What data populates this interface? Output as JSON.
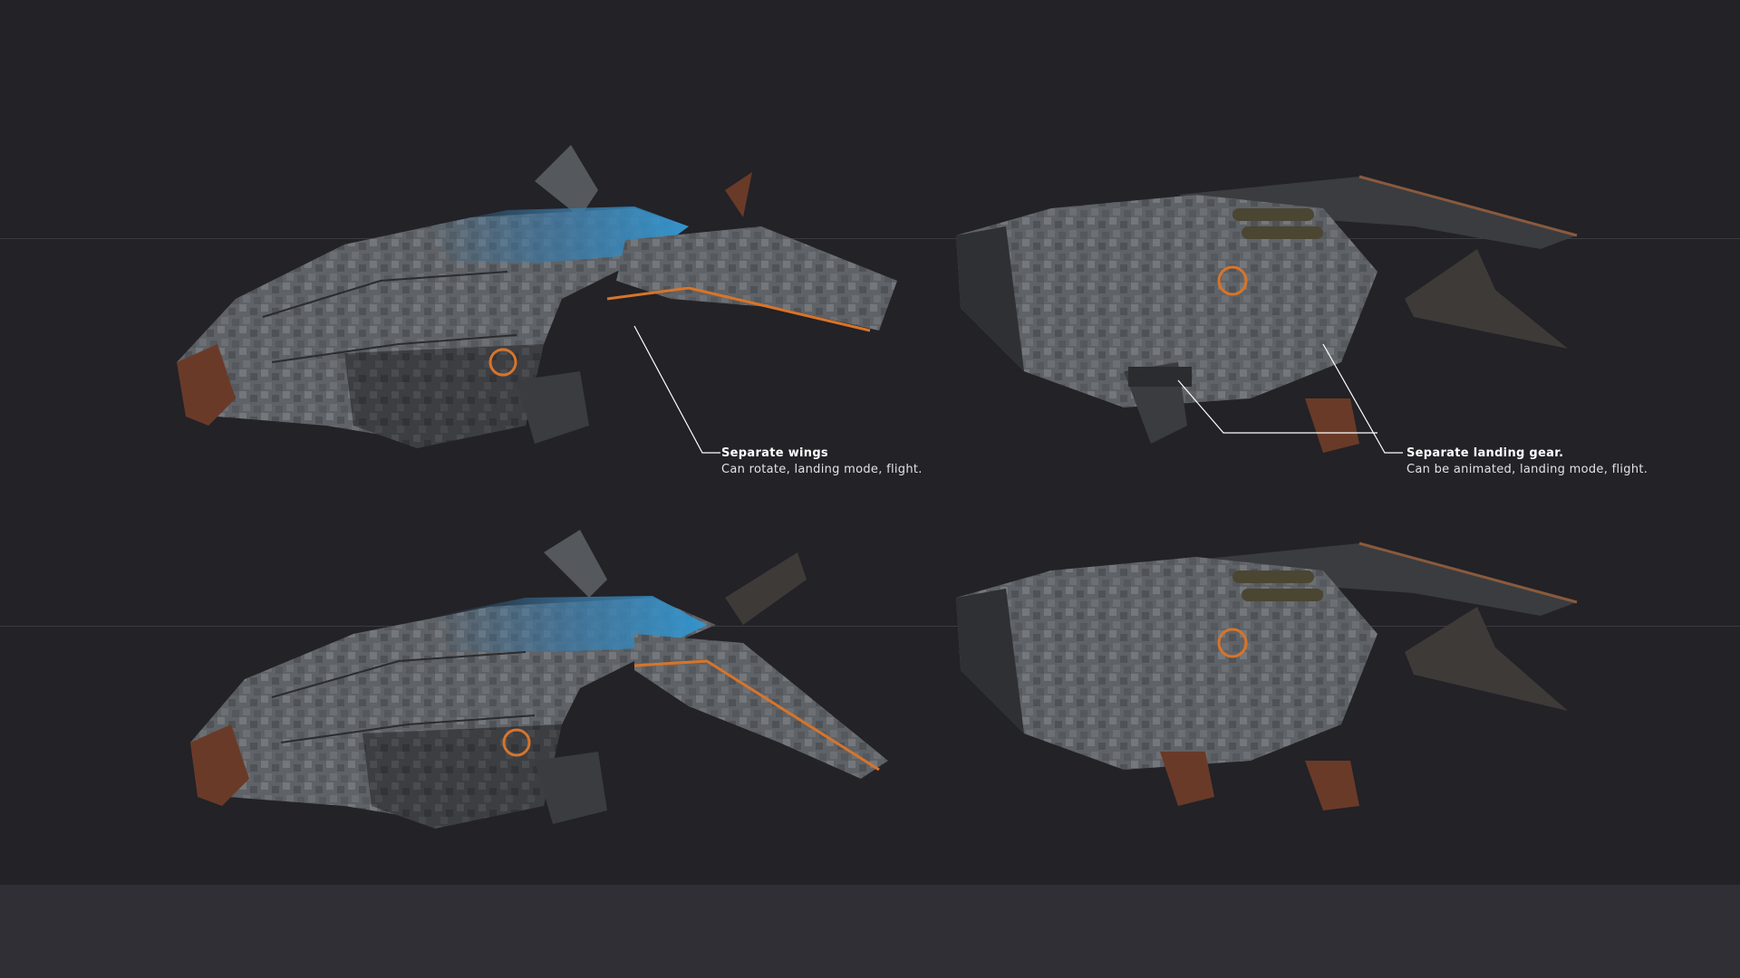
{
  "callouts": {
    "wings": {
      "title": "Separate wings",
      "description": "Can rotate, landing mode, flight."
    },
    "landing_gear": {
      "title": "Separate landing gear.",
      "description": "Can be animated, landing mode, flight."
    }
  },
  "colors": {
    "background": "#222227",
    "footer": "#2f2f35",
    "guide_line": "#3a3a40",
    "hull_grey": "#6b6e72",
    "hull_dark": "#3a3c40",
    "hull_blue": "#3c79a6",
    "accent_orange": "#d8742a",
    "rust": "#6a3a28",
    "callout_text": "#ffffff"
  },
  "scene": {
    "description_icons": [
      "spaceship-wings-extended",
      "spaceship-rear-gear-deployed",
      "spaceship-wings-landing",
      "spaceship-rear-gear-retracted"
    ]
  }
}
